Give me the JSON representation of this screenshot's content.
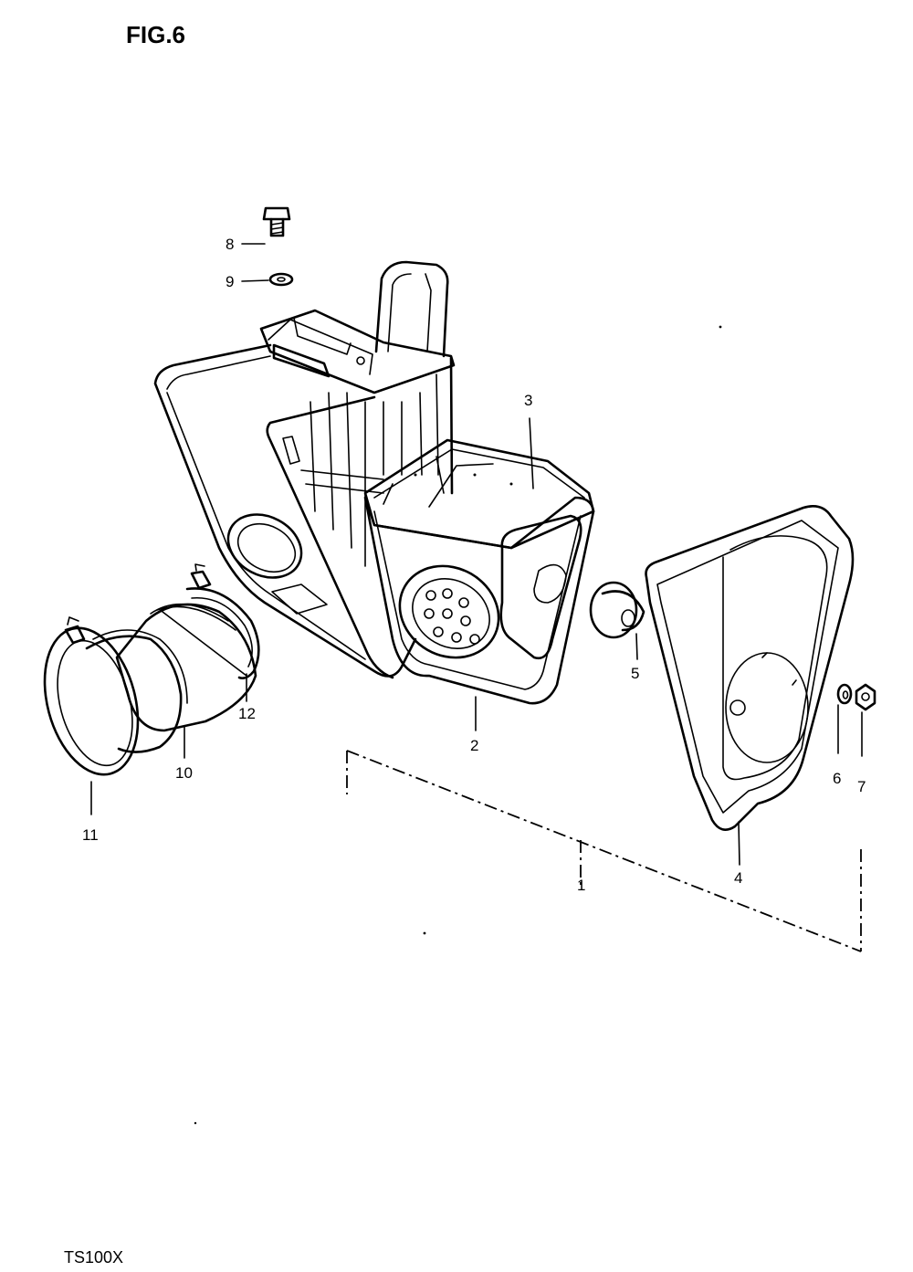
{
  "figure_title": "FIG.6",
  "model_code": "TS100X",
  "part_labels": {
    "p2": "2",
    "p3": "3",
    "p4": "4",
    "p5": "5",
    "p6": "6",
    "p7": "7",
    "p8": "8",
    "p9": "9",
    "p10": "10",
    "p11": "11",
    "p12": "12",
    "p1": "1"
  }
}
